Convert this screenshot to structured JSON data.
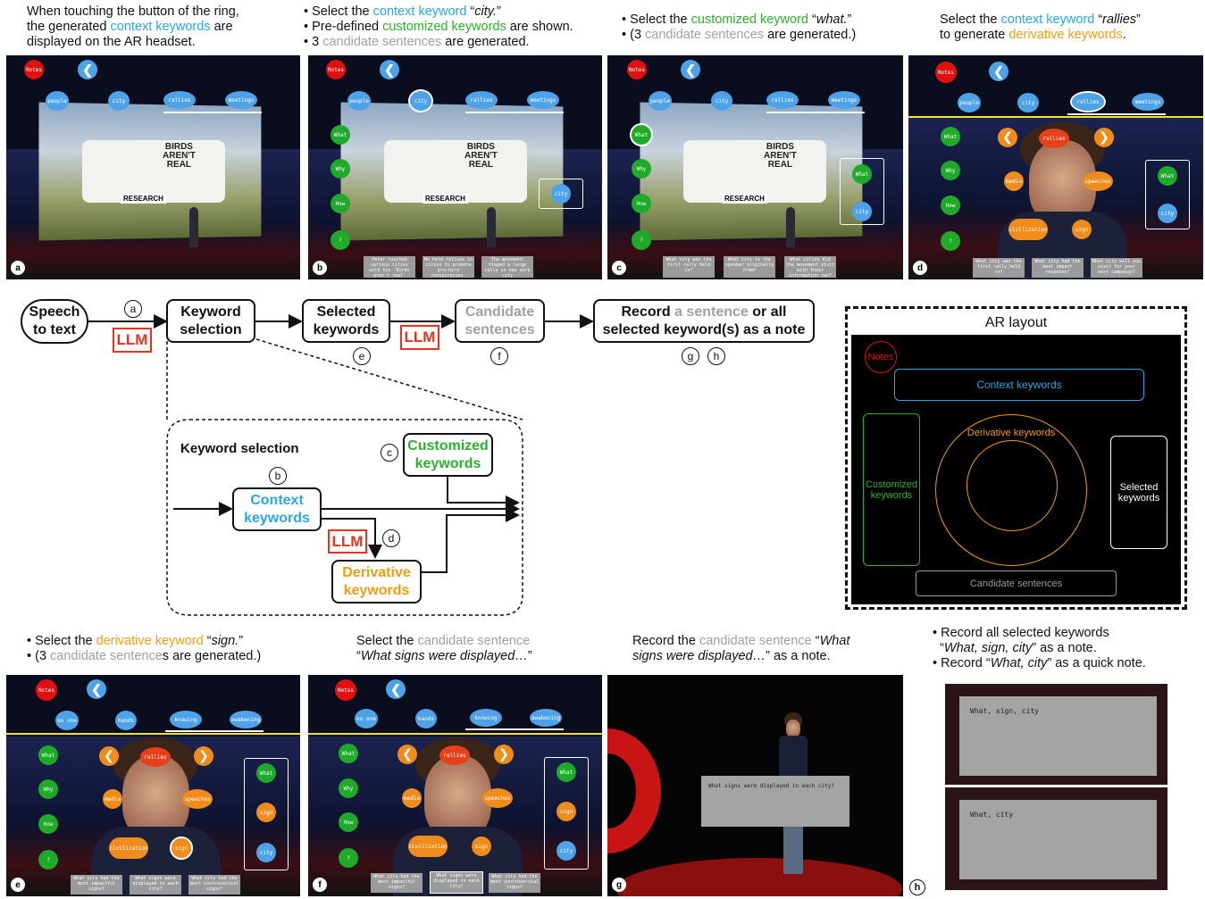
{
  "captions": {
    "a": [
      "When touching the button of the ring,",
      "the generated ",
      "context keywords",
      " are",
      "displayed on the AR headset."
    ],
    "b": [
      "Select the ",
      "context keyword",
      " “",
      "city.",
      "”",
      "Pre-defined ",
      "customized keywords",
      " are shown.",
      "3 ",
      "candidate sentences",
      " are generated."
    ],
    "c": [
      "Select the ",
      "customized keyword",
      " “",
      "what.",
      "”",
      "(3 ",
      "candidate sentences",
      " are generated.)"
    ],
    "d": [
      "Select the ",
      "context keyword",
      " “",
      "rallies",
      "”",
      "to generate ",
      "derivative keywords",
      "."
    ],
    "e": [
      "Select the ",
      "derivative keyword",
      " “",
      "sign.",
      "”",
      "(3 ",
      "candidate sentence",
      "s are generated.)"
    ],
    "f": [
      "Select the ",
      "candidate sentence",
      "“",
      "What signs were displayed…",
      "”"
    ],
    "g": [
      "Record the ",
      "candidate sentence",
      " “",
      "What",
      "signs were displayed…",
      "” as a note."
    ],
    "h": [
      "Record all selected keywords",
      "“",
      "What, sign, city",
      "” as a note.",
      "Record “",
      "What, city",
      "” as a quick note."
    ]
  },
  "panel_labels": [
    "a",
    "b",
    "c",
    "d",
    "e",
    "f",
    "g",
    "h"
  ],
  "ui": {
    "notes": "Notes",
    "back": "❮",
    "context_top": [
      "people",
      "city",
      "rallies",
      "meetings"
    ],
    "context_bottom": [
      "no one",
      "hands",
      "knowing",
      "awakening"
    ],
    "custom": [
      "What",
      "Why",
      "How",
      "?"
    ],
    "derived": [
      "rallies",
      "media",
      "speeches",
      "civilization",
      "sign"
    ],
    "sel_b": [
      "city"
    ],
    "sel_c": [
      "What",
      "city"
    ],
    "sel_e": [
      "What",
      "sign",
      "city"
    ],
    "cands_b": [
      "Peter touched various cities with his 'Birds aren't real' campaign.",
      "He held rallies in cities to promote pro-bird conspiracies.",
      "The movement staged a large rally in new york city"
    ],
    "cands_c": [
      "What city was the first rally held in?",
      "What city is the speaker originally from?",
      "What cities did the movement visit with their information van?"
    ],
    "cands_d": [
      "What city was the first rally held in?",
      "What city had the most impact response?",
      "What city will you visit for your next campaign?"
    ],
    "cands_e": [
      "What city had the most impactful signs?",
      "What signs were displayed in each city?",
      "What city had the most controversial signs?"
    ],
    "van_text": [
      "BIRDS",
      "AREN'T",
      "REAL"
    ],
    "research": "RESEARCH",
    "g_note": "What signs were displayed in each city?",
    "h_note1": "What, sign, city",
    "h_note2": "What, city"
  },
  "flow": {
    "speech": [
      "Speech",
      "to text"
    ],
    "kw": [
      "Keyword",
      "selection"
    ],
    "selected": [
      "Selected",
      "keywords"
    ],
    "candidate": [
      "Candidate",
      "sentences"
    ],
    "record_pre": "Record ",
    "record_gray": "a sentence",
    "record_post": " or all",
    "record_line2": "selected keyword(s) as a note",
    "llm": "LLM",
    "circ": [
      "a",
      "e",
      "f",
      "g",
      "h",
      "b",
      "c",
      "d"
    ]
  },
  "kwsel": {
    "title": "Keyword selection",
    "context": [
      "Context",
      "keywords"
    ],
    "custom": [
      "Customized",
      "keywords"
    ],
    "derivative": [
      "Derivative",
      "keywords"
    ]
  },
  "ar": {
    "title": "AR layout",
    "notes": "Notes",
    "context": "Context keywords",
    "custom": [
      "Customized",
      "keywords"
    ],
    "derivative": "Derivative keywords",
    "selected": [
      "Selected",
      "keywords"
    ],
    "candidate": "Candidate sentences"
  }
}
